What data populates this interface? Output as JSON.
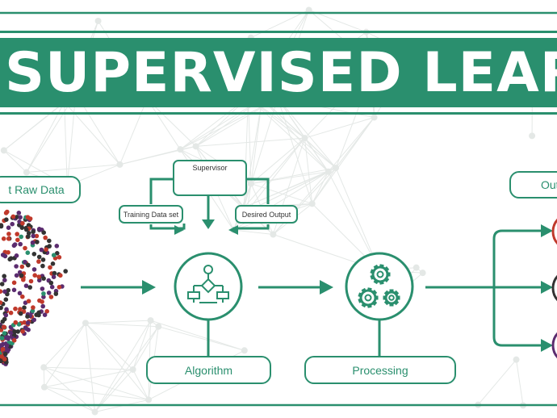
{
  "title": "SUPERVISED LEARNING",
  "labels": {
    "raw_data": "t Raw Data",
    "supervisor": "Supervisor",
    "training_data": "Training Data set",
    "desired_output": "Desired Output",
    "algorithm": "Algorithm",
    "processing": "Processing",
    "output": "Out"
  },
  "colors": {
    "primary": "#2a8f6e",
    "dark": "#333333",
    "red": "#c0392b",
    "purple": "#5b2c6f",
    "grid": "#e4e8e6"
  },
  "icons": [
    "computer-user-icon",
    "flowchart-icon",
    "gears-icon"
  ]
}
